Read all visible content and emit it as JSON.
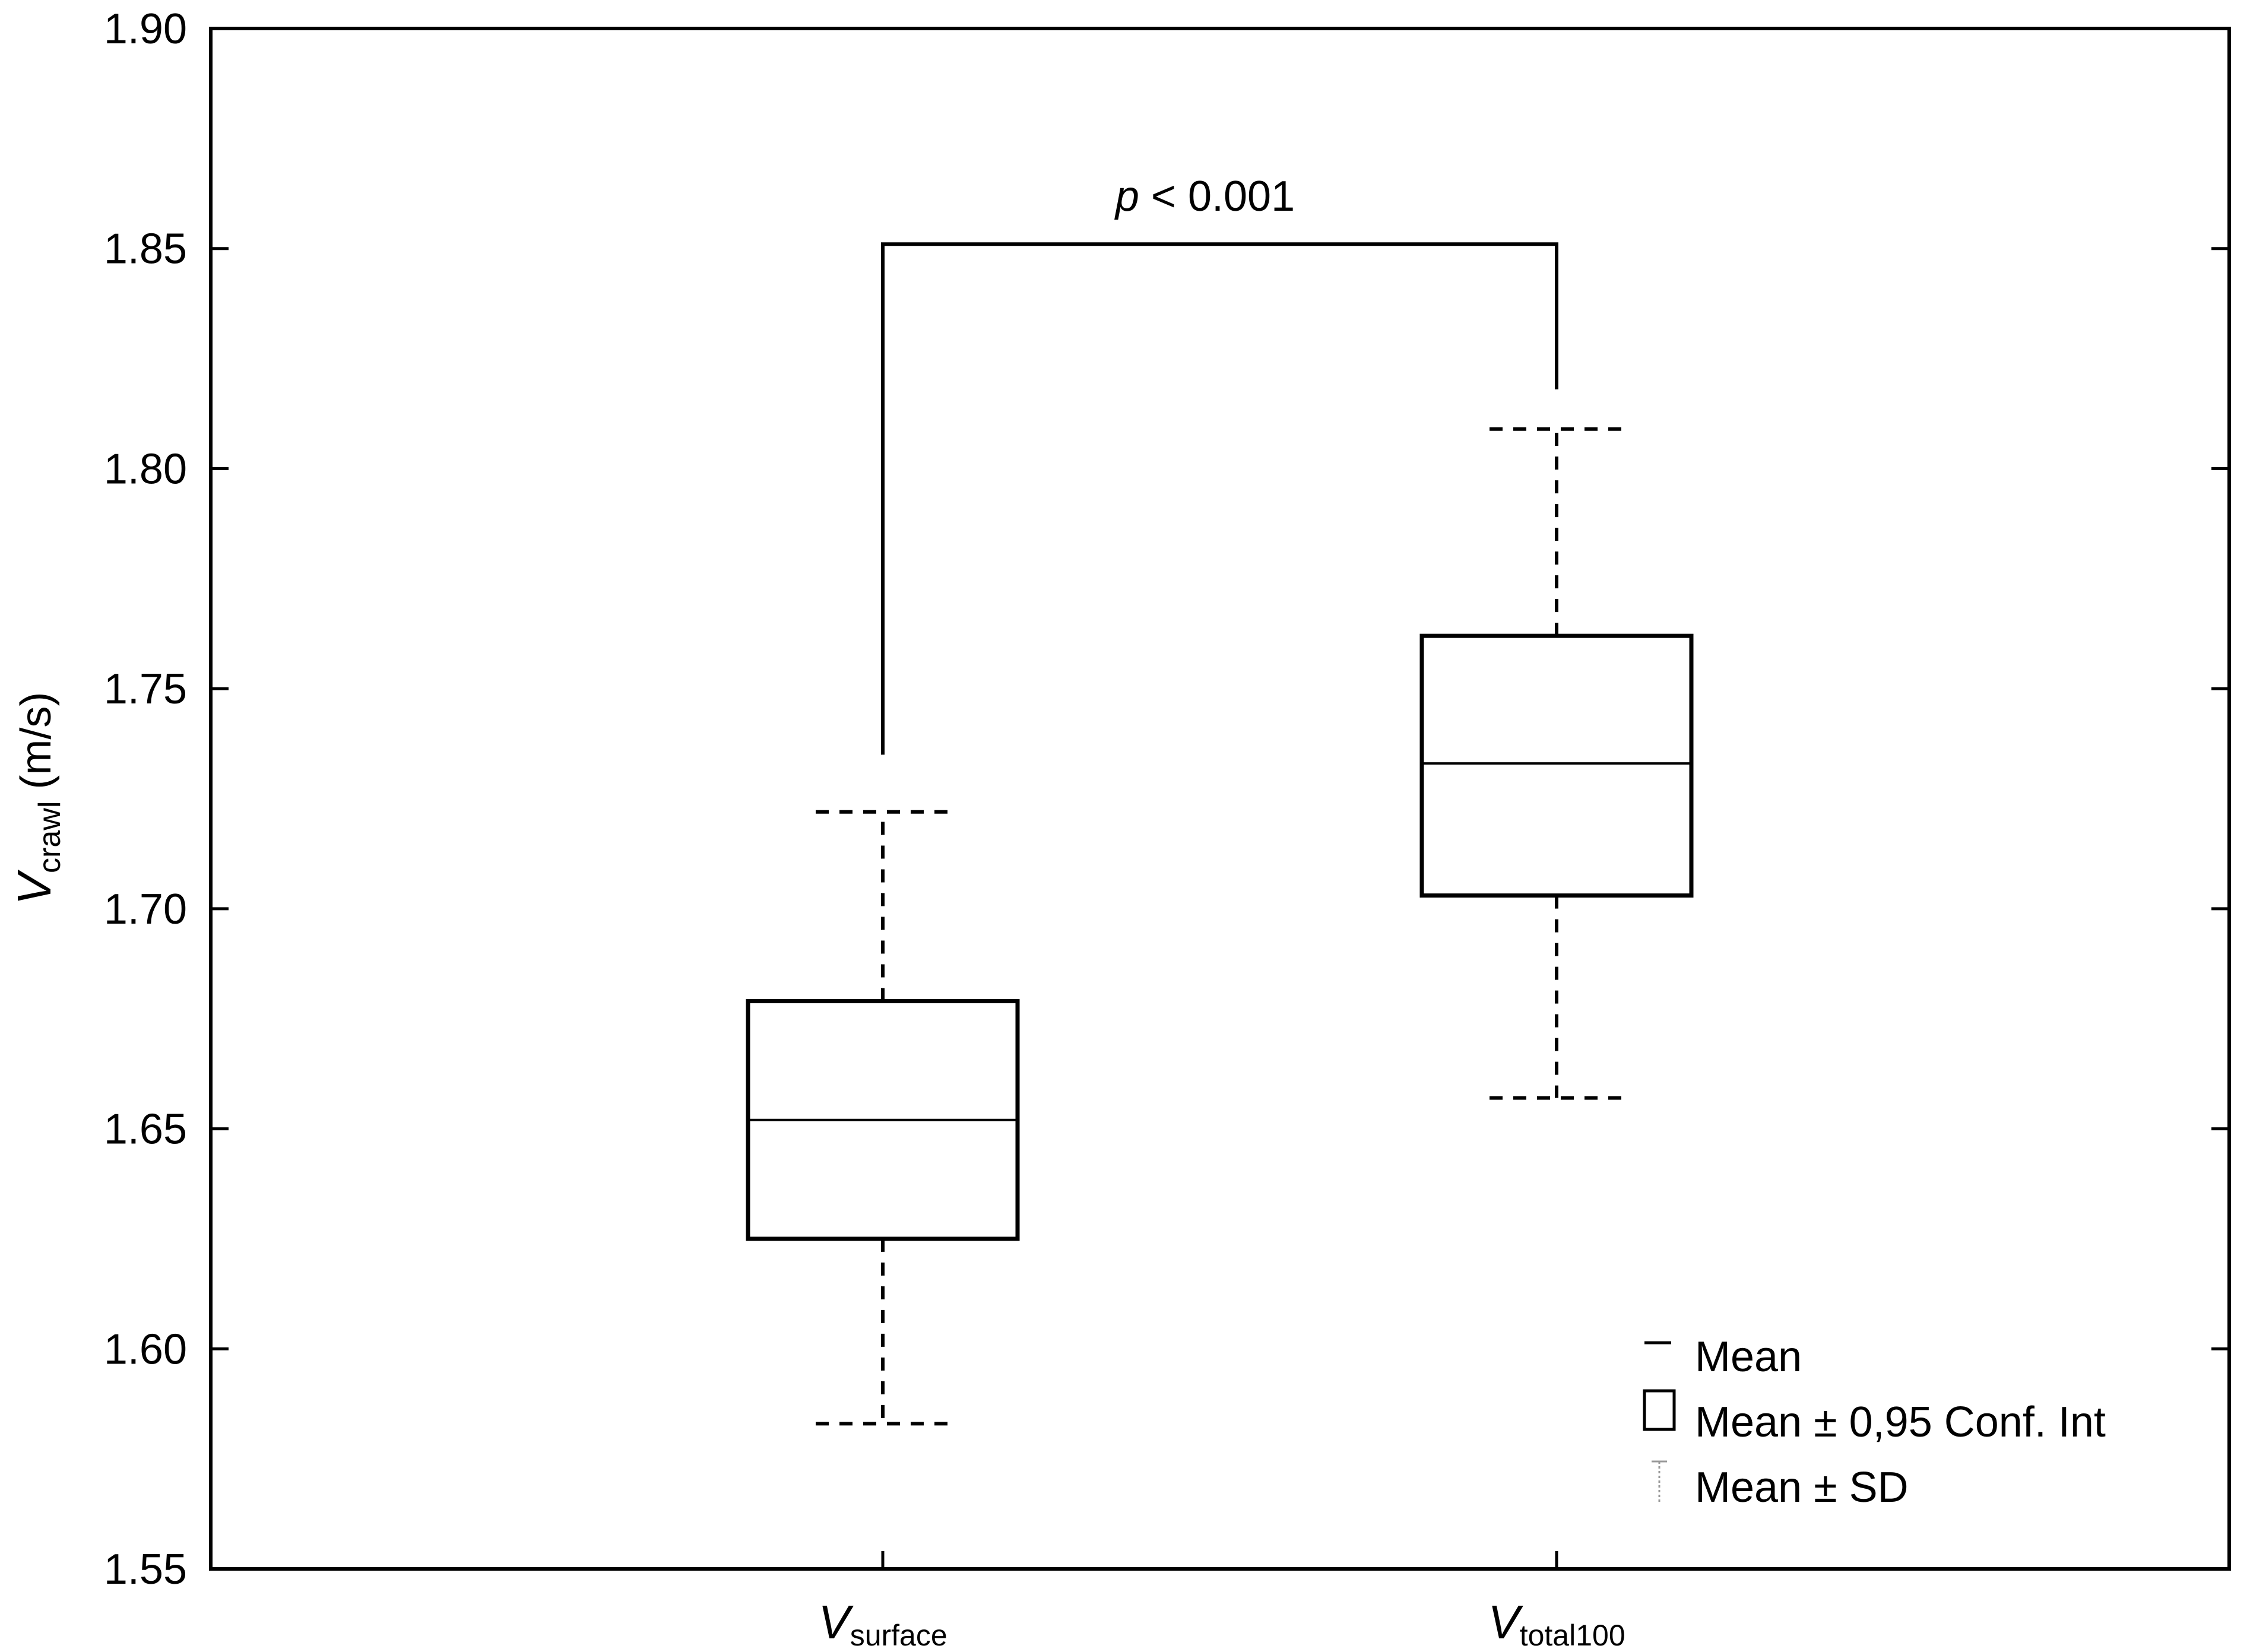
{
  "chart_data": {
    "type": "box",
    "ylabel": {
      "main": "V",
      "sub": "crawl",
      "unit": " (m/s)"
    },
    "ylim": [
      1.55,
      1.9
    ],
    "yticks": [
      "1.55",
      "1.60",
      "1.65",
      "1.70",
      "1.75",
      "1.80",
      "1.85",
      "1.90"
    ],
    "categories": [
      {
        "main": "V",
        "sub": "surface"
      },
      {
        "main": "V",
        "sub": "total100"
      }
    ],
    "series": [
      {
        "mean": 1.652,
        "ci_low": 1.625,
        "ci_high": 1.679,
        "sd_low": 1.583,
        "sd_high": 1.722
      },
      {
        "mean": 1.733,
        "ci_low": 1.703,
        "ci_high": 1.762,
        "sd_low": 1.657,
        "sd_high": 1.809
      }
    ],
    "significance": {
      "text_italic": "p",
      "text_rest": " < 0.001",
      "bracket_y": 1.851,
      "left_end": 1.735,
      "right_end": 1.818
    },
    "legend": {
      "placement": "bottom-right",
      "items": [
        "Mean",
        "Mean ± 0,95 Conf. Int",
        "Mean ± SD"
      ]
    }
  }
}
